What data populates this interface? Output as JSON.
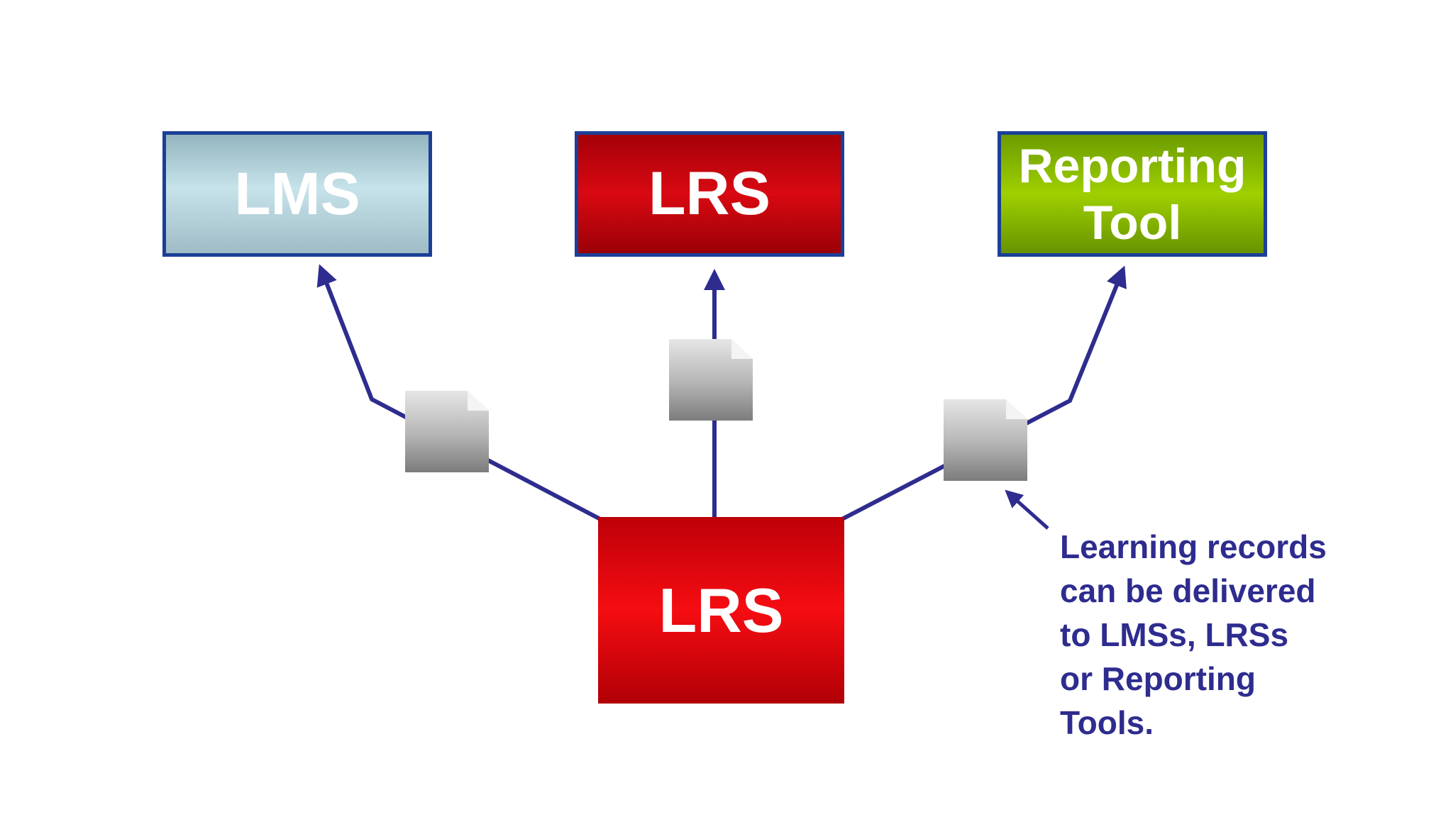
{
  "diagram": {
    "nodes": {
      "lms": {
        "label": "LMS",
        "color": "#b5d3dc"
      },
      "lrs_target": {
        "label": "LRS",
        "color": "#c4000a"
      },
      "reporting_tool": {
        "label_lines": [
          "Reporting",
          "Tool"
        ],
        "color": "#8cbf00"
      },
      "lrs_source": {
        "label": "LRS",
        "color": "#e6000a"
      }
    },
    "border_color": "#1b3f97",
    "connector_color": "#2e2c8e",
    "edges": [
      {
        "from": "lrs_source",
        "to": "lms",
        "carries": "document-icon"
      },
      {
        "from": "lrs_source",
        "to": "lrs_target",
        "carries": "document-icon"
      },
      {
        "from": "lrs_source",
        "to": "reporting_tool",
        "carries": "document-icon"
      }
    ],
    "annotation": {
      "lines": [
        "Learning records",
        "can be delivered",
        "to LMSs, LRSs",
        "or Reporting",
        "Tools."
      ],
      "color": "#2e2c8e"
    }
  }
}
